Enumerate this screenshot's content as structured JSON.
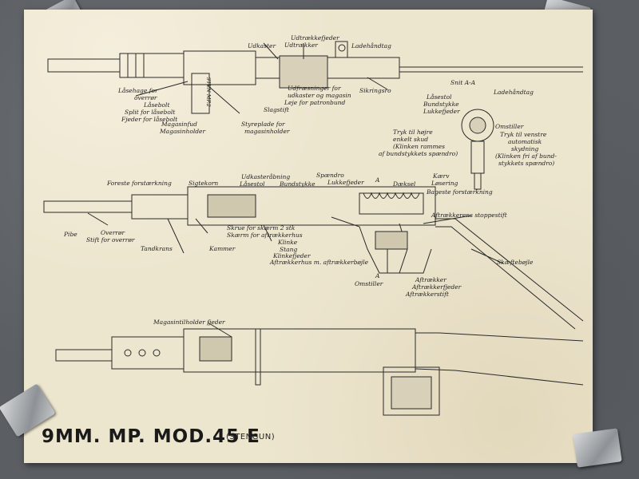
{
  "title": "9MM. MP. MOD.45 E",
  "subtitle": "(STENGUN)",
  "labels": {
    "udkaster": "Udkaster",
    "udtraekker": "Udtrækker",
    "udtraekkerfjeder": "Udtrækkefjeder",
    "ladehandtag": "Ladehåndtag",
    "lasehage": "Låsehage for",
    "overror1": "overrør",
    "lasebolt": "Låsebolt",
    "split": "Split for låsebolt",
    "fjeder_lasebolt": "Fjeder for låsebolt",
    "udfraesninger": "Udfræsninger for",
    "udkaster_magasin": "udkaster og magasin",
    "leje": "Leje for patronbund",
    "slagstift": "Slagstift",
    "sikringsro": "Sikringsro",
    "magasinfod": "Magasinfud",
    "magasinholder": "Magasinholder",
    "styreplade": "Styreplade for",
    "magasinholder2": "magasinholder",
    "snit": "Snit A-A",
    "lasestol": "Låsestol",
    "bundstykke": "Bundstykke",
    "lukkefjeder": "Lukkefjeder",
    "ladehandtag2": "Ladehåndtag",
    "omstiller": "Omstiller",
    "tryk_hojre": "Tryk til højre",
    "enkelt_skud": "enkelt skud",
    "klinken_rammes": "(Klinken rammes",
    "af_bundstykket": "af bundstykkets spændro)",
    "tryk_venstre": "Tryk til venstre",
    "automatisk": "automatisk",
    "skydning": "skydning",
    "klinken_fri": "(Klinken fri af bund-",
    "stykkets": "stykkets spændro)",
    "foreste": "Foreste forstærkning",
    "sigtekorn": "Sigtekorn",
    "udkasteraabning": "Udkasteråbning",
    "lasestol2": "Låsestol",
    "bundstykke2": "Bundstykke",
    "spaendro": "Spændro",
    "lukkefjeder2": "Lukkefjeder",
    "a_mark": "A",
    "daeksel": "Dæksel",
    "kaerv": "Kærv",
    "losering": "Løsering",
    "bageste": "Bageste forstærkning",
    "aftraekkerens": "Aftrækkerens stoppestift",
    "pibe": "Pibe",
    "overror2": "Overrør",
    "stift_overror": "Stift for overrør",
    "tandkrans": "Tandkrans",
    "kammer": "Kammer",
    "skrue": "Skrue for skærm 2 stk",
    "skaerm": "Skærm for aftrækkerhus",
    "klinke": "Klinke",
    "stang": "Stang",
    "klinkefjeder": "Klinkefjeder",
    "aftraekkerhus": "Aftrækkerhus m. aftrækkerbøjle",
    "skaeftebojle": "Skæftebøjle",
    "a_mark2": "A",
    "omstiller2": "Omstiller",
    "aftraekker": "Aftrækker",
    "aftraekkerfjeder": "Aftrækkerfjeder",
    "aftraekkerstift": "Aftrækkerstift",
    "magasintilholder": "Magasintilholder fjeder",
    "stencil": "STEN MP.2"
  },
  "colors": {
    "paper": "#ede6cf",
    "ink": "#222222",
    "background": "#5b5f63"
  }
}
